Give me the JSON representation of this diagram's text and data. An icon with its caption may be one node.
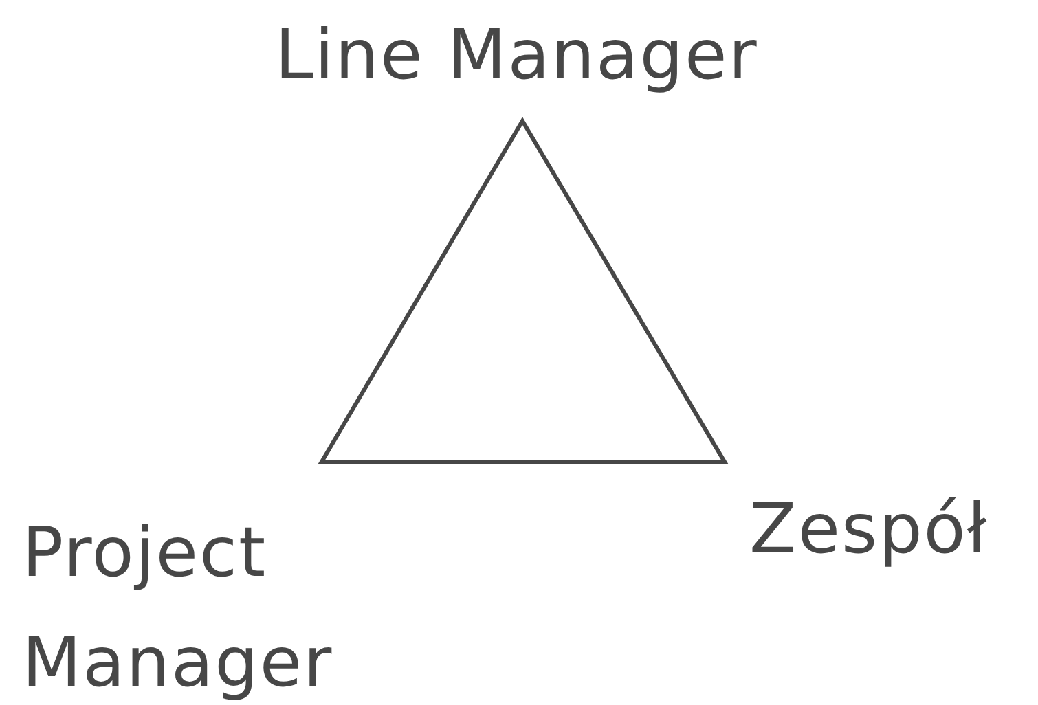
{
  "diagram": {
    "labels": [
      "Line Manager",
      "Project Manager",
      "Zespół"
    ]
  }
}
